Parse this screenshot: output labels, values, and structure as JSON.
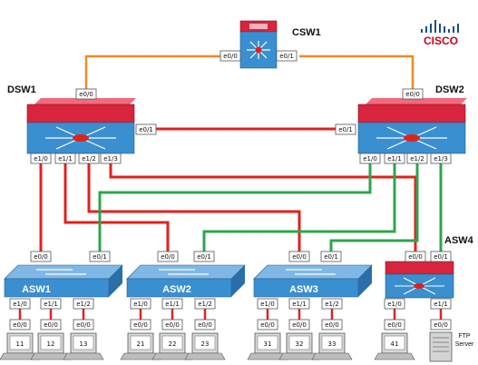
{
  "brand": {
    "logo_text": "CISCO",
    "color": "#d0021b"
  },
  "colors": {
    "red": "#e0221c",
    "green": "#2ea44f",
    "orange": "#f08a24",
    "switch_blue": "#3a8fd0",
    "switch_red": "#d8243c"
  },
  "devices": {
    "csw1": {
      "label": "CSW1",
      "ports": [
        "e0/0",
        "e0/1"
      ]
    },
    "dsw1": {
      "label": "DSW1",
      "ports": [
        "e0/0",
        "e0/1",
        "e1/0",
        "e1/1",
        "e1/2",
        "e1/3"
      ]
    },
    "dsw2": {
      "label": "DSW2",
      "ports": [
        "e0/0",
        "e0/1",
        "e1/0",
        "e1/1",
        "e1/2",
        "e1/3"
      ]
    },
    "asw1": {
      "label": "ASW1",
      "up_ports": [
        "e0/0",
        "e0/1"
      ],
      "down_ports": [
        "e1/0",
        "e1/1",
        "e1/2"
      ]
    },
    "asw2": {
      "label": "ASW2",
      "up_ports": [
        "e0/0",
        "e0/1"
      ],
      "down_ports": [
        "e1/0",
        "e1/1",
        "e1/2"
      ]
    },
    "asw3": {
      "label": "ASW3",
      "up_ports": [
        "e0/0",
        "e0/1"
      ],
      "down_ports": [
        "e1/0",
        "e1/1",
        "e1/2"
      ]
    },
    "asw4": {
      "label": "ASW4",
      "up_ports": [
        "e0/0",
        "e0/1"
      ],
      "down_ports": [
        "e1/0",
        "e1/1"
      ]
    }
  },
  "hosts": {
    "port_label": "e0/0",
    "names": [
      "11",
      "12",
      "13",
      "21",
      "22",
      "23",
      "31",
      "32",
      "33",
      "41"
    ],
    "server_label_line1": "FTP",
    "server_label_line2": "Server"
  }
}
